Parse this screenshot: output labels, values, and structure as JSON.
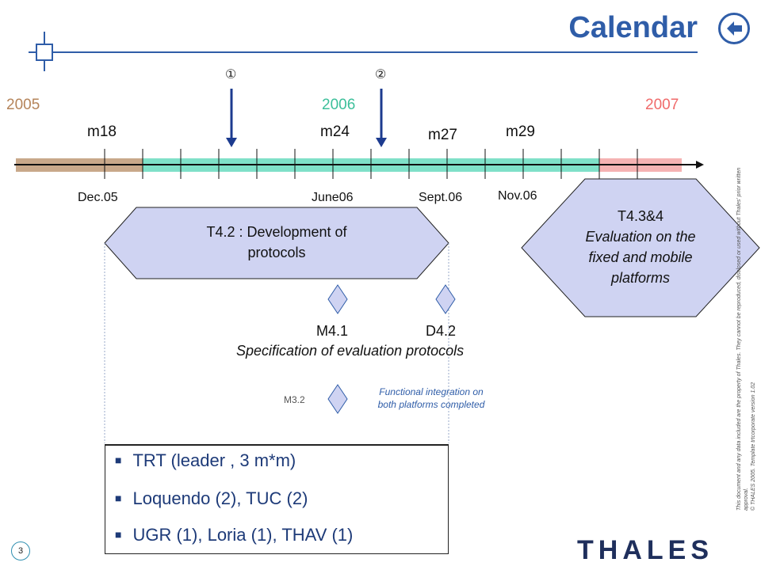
{
  "header": {
    "title": "Calendar"
  },
  "years": {
    "y2005": "2005",
    "y2006": "2006",
    "y2007": "2007"
  },
  "months": {
    "m18": "m18",
    "m24": "m24",
    "m27": "m27",
    "m29": "m29"
  },
  "dates": {
    "dec05": "Dec.05",
    "june06": "June06",
    "sept06": "Sept.06",
    "nov06": "Nov.06"
  },
  "markers": {
    "one": "①",
    "two": "②"
  },
  "tasks": {
    "t42_line1": "T4.2 : Development of",
    "t42_line2": "protocols",
    "t434_line1": "T4.3&4",
    "t434_line2": "Evaluation on the",
    "t434_line3": "fixed and mobile",
    "t434_line4": "platforms"
  },
  "milestones": {
    "m41": "M4.1",
    "d42": "D4.2",
    "spec": "Specification of evaluation protocols",
    "m32": "M3.2",
    "func_line1": "Functional integration on",
    "func_line2": "both platforms completed"
  },
  "partners": [
    "TRT (leader , 3 m*m)",
    "Loquendo (2), TUC (2)",
    "UGR (1), Loria (1), THAV (1)"
  ],
  "footer": {
    "page": "3",
    "company": "THALES",
    "legal_line1": "This document and any data included are the property of Thales. They cannot be reproduced, disclosed or used without Thales' prior written approval.",
    "legal_line2": "© THALES 2005. Template trtcorporate version 1.02"
  },
  "colors": {
    "accent": "#2f5da8",
    "y2005": "#b5845a",
    "y2006": "#3cbf9a",
    "y2007": "#f06a6a",
    "bar2005": "#c8a88a",
    "bar2006": "#7fe0c8",
    "bar2007": "#f5b2b2",
    "hex": "#cfd3f2",
    "arrow": "#1c3b8f"
  }
}
